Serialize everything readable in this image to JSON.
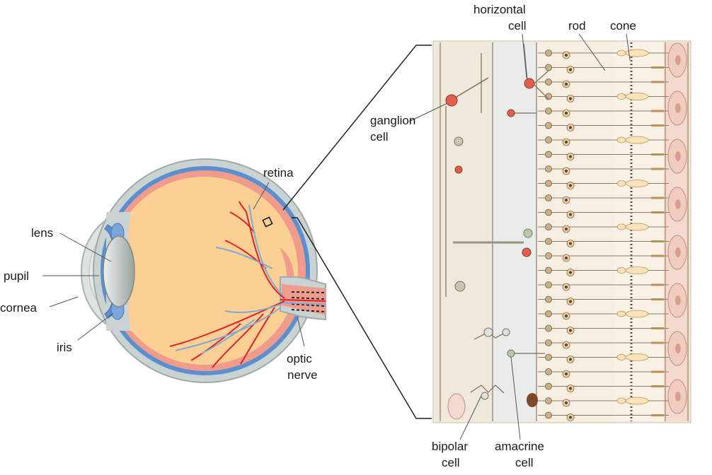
{
  "labels": {
    "lens": "lens",
    "pupil": "pupil",
    "cornea": "cornea",
    "iris": "iris",
    "retina": "retina",
    "optic_nerve": [
      "optic",
      "nerve"
    ],
    "horizontal_cell": [
      "horizontal",
      "cell"
    ],
    "rod": "rod",
    "cone": "cone",
    "ganglion_cell": [
      "ganglion",
      "cell"
    ],
    "bipolar_cell": [
      "bipolar",
      "cell"
    ],
    "amacrine_cell": [
      "amacrine",
      "cell"
    ]
  },
  "colors": {
    "sclera": "#c9d3d1",
    "choroid_blue": "#5b8fcf",
    "retina_pink": "#ef9c8c",
    "vitreous": "#fccf93",
    "cornea_fill": "#dde3e1",
    "lens_fill": "#c6cdcb",
    "vessel_red": "#e0202a",
    "vessel_blue": "#7fa9d6",
    "panel_bg": "#f4efe4",
    "cone_fill": "#fbe2b8",
    "cell_body": "#c9b089",
    "ganglion_red": "#e0604c"
  }
}
